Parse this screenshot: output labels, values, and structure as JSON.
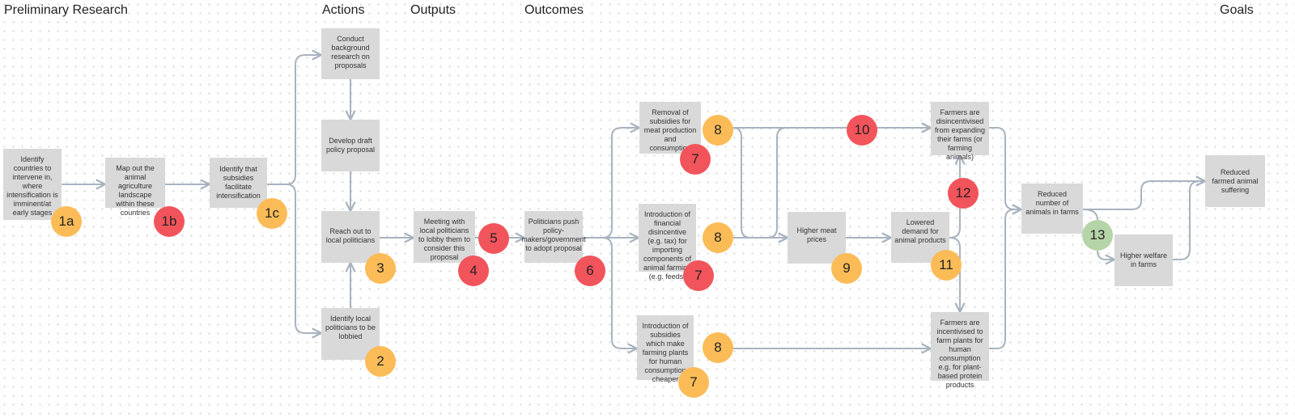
{
  "headers": {
    "preliminary": "Preliminary Research",
    "actions": "Actions",
    "outputs": "Outputs",
    "outcomes": "Outcomes",
    "goals": "Goals"
  },
  "boxes": {
    "b1a": "Identify countries to intervene in, where intensification is imminent/at early stages",
    "b1b": "Map out the animal agriculture landscape within these countries",
    "b1c": "Identify that subsidies facilitate intensification",
    "conduct": "Conduct background research on proposals",
    "draft": "Develop draft policy proposal",
    "reach": "Reach out to local politicians",
    "identify_local": "Identify local politicians to be lobbied",
    "meeting": "Meeting with local politicians to lobby them to consider this proposal",
    "push": "Politicians push policy-makers/government to adopt proposal",
    "removal": "Removal of subsidies for meat production and consumption",
    "financial": "Introduction of financial disincentive (e.g. tax) for importing components of animal farming (e.g. feeds)",
    "plant_subsidies": "Introduction of subsidies which make farming plants for human consumption cheaper",
    "higher_prices": "Higher meat prices",
    "lowered_demand": "Lowered demand for animal products",
    "disincentivised": "Farmers are disincentivised from expanding their farms (or farming animals)",
    "incentivised": "Farmers are incentivised to farm plants for human consumption e.g. for plant-based protein products",
    "reduced_number": "Reduced number of animals in farms",
    "higher_welfare": "Higher welfare in farms",
    "reduced_suffering": "Reduced farmed animal suffering"
  },
  "badges": {
    "b1a": "1a",
    "b1b": "1b",
    "b1c": "1c",
    "b2": "2",
    "b3": "3",
    "b4": "4",
    "b5": "5",
    "b6": "6",
    "b7_top": "7",
    "b7_mid": "7",
    "b7_bot": "7",
    "b8_top": "8",
    "b8_mid": "8",
    "b8_bot": "8",
    "b9": "9",
    "b10": "10",
    "b11": "11",
    "b12": "12",
    "b13": "13"
  },
  "colors": {
    "box": "#d9d9d9",
    "connector": "#a8b3bf",
    "badge_red": "#f2545b",
    "badge_orange": "#fbbc57",
    "badge_green": "#b5d5a8"
  }
}
